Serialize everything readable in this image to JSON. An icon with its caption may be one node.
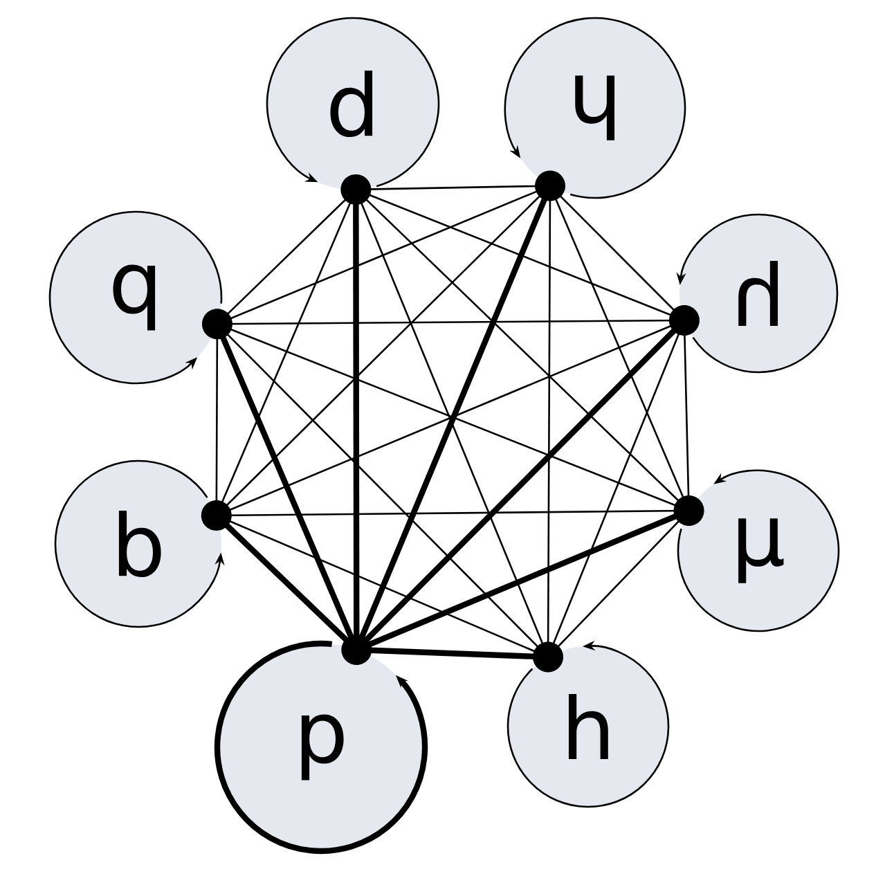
{
  "diagram": {
    "nodes": [
      {
        "text": [
          "d"
        ]
      },
      {
        "text": [
          "ɥ"
        ]
      },
      {
        "text": [
          "h"
        ]
      },
      {
        "text": [
          "μ"
        ]
      },
      {
        "text": [
          "h"
        ]
      },
      {
        "text": [
          "p"
        ]
      },
      {
        "text": [
          "b"
        ]
      },
      {
        "text": [
          "q"
        ]
      }
    ],
    "edges": [
      {
        "from": 0,
        "to": 0,
        "arrow": "to"
      },
      {
        "from": 1,
        "to": 1,
        "arrow": "to"
      },
      {
        "from": 2,
        "to": 2,
        "arrow": "to"
      },
      {
        "from": 3,
        "to": 3,
        "arrow": "to"
      },
      {
        "from": 4,
        "to": 4,
        "arrow": "to"
      },
      {
        "from": 5,
        "to": 5,
        "arrow": "to",
        "style": "thick"
      },
      {
        "from": 6,
        "to": 6,
        "arrow": "to"
      },
      {
        "from": 7,
        "to": 7,
        "arrow": "to"
      },
      {
        "from": 0,
        "to": 1,
        "arrow": "none"
      },
      {
        "from": 0,
        "to": 2,
        "arrow": "none"
      },
      {
        "from": 0,
        "to": 3,
        "arrow": "none"
      },
      {
        "from": 0,
        "to": 4,
        "arrow": "none"
      },
      {
        "from": 0,
        "to": 5,
        "arrow": "none",
        "style": "thick"
      },
      {
        "from": 0,
        "to": 6,
        "arrow": "none"
      },
      {
        "from": 0,
        "to": 7,
        "arrow": "none"
      },
      {
        "from": 1,
        "to": 2,
        "arrow": "none"
      },
      {
        "from": 1,
        "to": 3,
        "arrow": "none"
      },
      {
        "from": 1,
        "to": 4,
        "arrow": "none"
      },
      {
        "from": 1,
        "to": 5,
        "arrow": "none",
        "style": "thick"
      },
      {
        "from": 1,
        "to": 6,
        "arrow": "none"
      },
      {
        "from": 1,
        "to": 7,
        "arrow": "none"
      },
      {
        "from": 2,
        "to": 3,
        "arrow": "none"
      },
      {
        "from": 2,
        "to": 4,
        "arrow": "none"
      },
      {
        "from": 2,
        "to": 5,
        "arrow": "none",
        "style": "thick"
      },
      {
        "from": 2,
        "to": 6,
        "arrow": "none"
      },
      {
        "from": 2,
        "to": 7,
        "arrow": "none"
      },
      {
        "from": 3,
        "to": 4,
        "arrow": "none"
      },
      {
        "from": 3,
        "to": 5,
        "arrow": "none",
        "style": "thick"
      },
      {
        "from": 3,
        "to": 6,
        "arrow": "none"
      },
      {
        "from": 3,
        "to": 7,
        "arrow": "none"
      },
      {
        "from": 4,
        "to": 5,
        "arrow": "none",
        "style": "thick"
      },
      {
        "from": 4,
        "to": 6,
        "arrow": "none"
      },
      {
        "from": 4,
        "to": 7,
        "arrow": "none"
      },
      {
        "from": 5,
        "to": 6,
        "arrow": "none",
        "style": "thick"
      },
      {
        "from": 5,
        "to": 7,
        "arrow": "none",
        "style": "thick"
      },
      {
        "from": 6,
        "to": 7,
        "arrow": "none"
      }
    ]
  }
}
